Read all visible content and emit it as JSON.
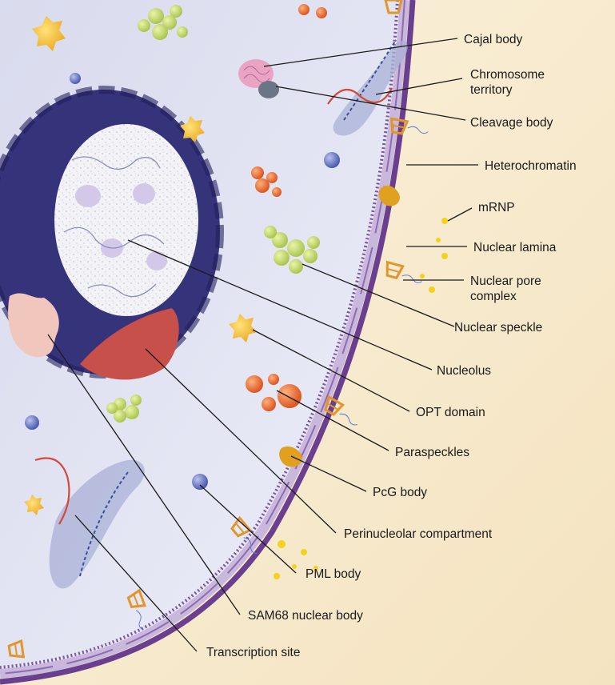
{
  "labels": [
    {
      "id": "cajal-body",
      "lines": [
        "Cajal body"
      ]
    },
    {
      "id": "chromosome-territory",
      "lines": [
        "Chromosome",
        "territory"
      ]
    },
    {
      "id": "cleavage-body",
      "lines": [
        "Cleavage body"
      ]
    },
    {
      "id": "heterochromatin",
      "lines": [
        "Heterochromatin"
      ]
    },
    {
      "id": "mrnp",
      "lines": [
        "mRNP"
      ]
    },
    {
      "id": "nuclear-lamina",
      "lines": [
        "Nuclear lamina"
      ]
    },
    {
      "id": "nuclear-pore-complex",
      "lines": [
        "Nuclear pore",
        "complex"
      ]
    },
    {
      "id": "nuclear-speckle",
      "lines": [
        "Nuclear speckle"
      ]
    },
    {
      "id": "nucleolus",
      "lines": [
        "Nucleolus"
      ]
    },
    {
      "id": "opt-domain",
      "lines": [
        "OPT domain"
      ]
    },
    {
      "id": "paraspeckles",
      "lines": [
        "Paraspeckles"
      ]
    },
    {
      "id": "pcg-body",
      "lines": [
        "PcG body"
      ]
    },
    {
      "id": "perinucleolar-compartment",
      "lines": [
        "Perinucleolar compartment"
      ]
    },
    {
      "id": "pml-body",
      "lines": [
        "PML body"
      ]
    },
    {
      "id": "sam68-nuclear-body",
      "lines": [
        "SAM68 nuclear body"
      ]
    },
    {
      "id": "transcription-site",
      "lines": [
        "Transcription site"
      ]
    }
  ],
  "colors": {
    "nucleoplasm": "#e3e5f2",
    "cytoplasm": "#f8ecd4",
    "membrane": "#7e55a0",
    "lamina": "#c9b8dc",
    "nucleolus_dark": "#35337a",
    "nucleolus_light": "#f2f2f7",
    "perinucleolar": "#c8504a",
    "sam68": "#f1c6bd",
    "speckle": "#b7cf5a",
    "orange_body": "#e06a2a",
    "yellow_body": "#f3be1c",
    "pml_dot": "#5d6ec0",
    "pore": "#e2962a"
  }
}
